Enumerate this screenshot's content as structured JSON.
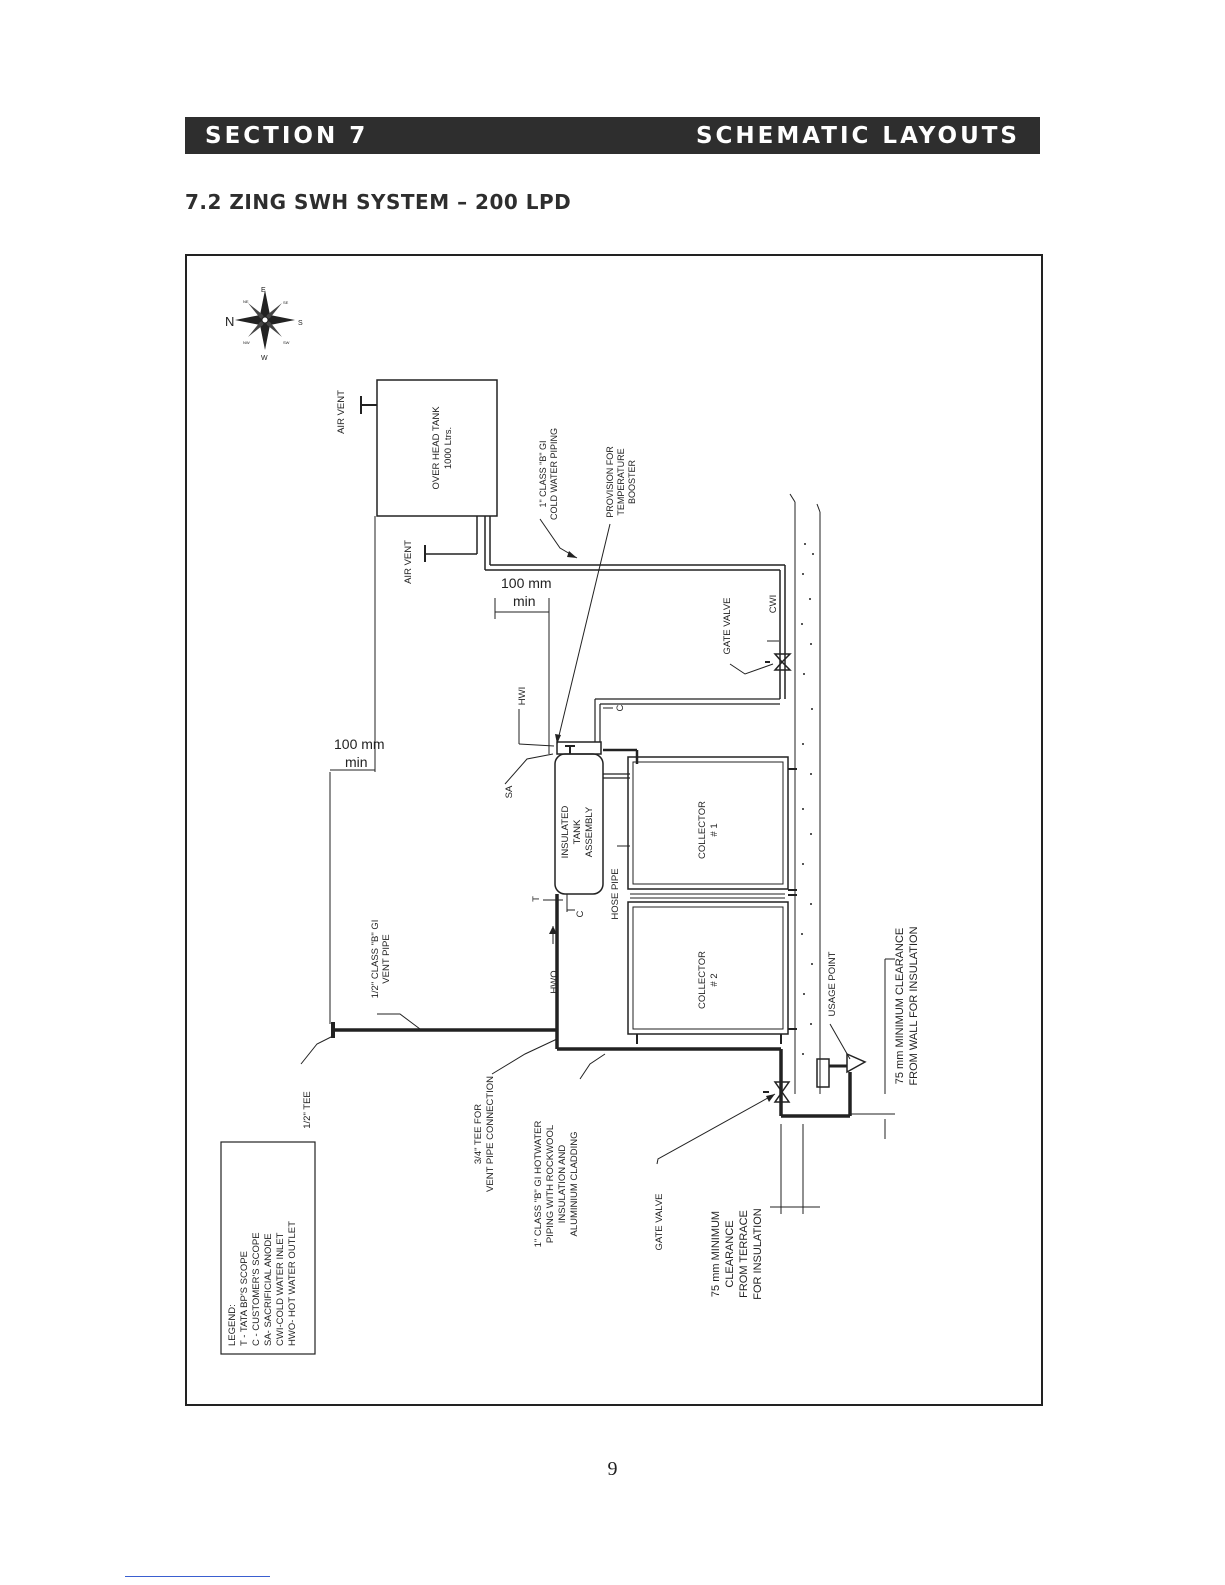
{
  "header": {
    "section": "SECTION 7",
    "title": "SCHEMATIC LAYOUTS"
  },
  "subtitle": "7.2 ZING SWH SYSTEM – 200 LPD",
  "diagram": {
    "compass": {
      "n": "N",
      "e": "E",
      "s": "S",
      "w": "W",
      "ne": "NE",
      "se": "SE",
      "sw": "SW",
      "nw": "NW"
    },
    "tank": {
      "line1": "OVER HEAD TANK",
      "line2": "1000 Ltrs."
    },
    "air_vent_1": "AIR VENT",
    "air_vent_2": "AIR VENT",
    "cold_pipe": [
      "1\" CLASS \"B\" GI",
      "COLD WATER PIPING"
    ],
    "provision": [
      "PROVISION FOR",
      "TEMPERATURE",
      "BOOSTER"
    ],
    "clearance_100_a": [
      "100 mm",
      "min"
    ],
    "clearance_100_b": [
      "100 mm",
      "min"
    ],
    "gate_valve_1": "GATE VALVE",
    "cwi": "CWI",
    "hwi": "HWI",
    "c_top": "C",
    "sa": "SA",
    "insulated_tank": [
      "INSULATED",
      "TANK",
      "ASSEMBLY"
    ],
    "collector_1": [
      "COLLECTOR",
      "# 1"
    ],
    "collector_2": [
      "COLLECTOR",
      "# 2"
    ],
    "t_bottom": "T",
    "c_bottom": "C",
    "hose_pipe": "HOSE PIPE",
    "hwo": "HWO",
    "vent_pipe": [
      "1/2\" CLASS \"B\" GI",
      "VENT PIPE"
    ],
    "usage_point": "USAGE POINT",
    "clearance_wall": [
      "75 mm MINIMUM CLEARANCE",
      "FROM WALL FOR INSULATION"
    ],
    "half_tee": "1/2\" TEE",
    "tee_vent": [
      "3/4\" TEE FOR",
      "VENT PIPE CONNECTION"
    ],
    "hot_pipe": [
      "1\" CLASS \"B\" GI HOTWATER",
      "PIPING WITH ROCKWOOL",
      "INSULATION AND",
      "ALUMINIUM CLADDING"
    ],
    "gate_valve_2": "GATE VALVE",
    "clearance_terrace": [
      "75 mm MINIMUM",
      "CLEARANCE",
      "FROM TERRACE",
      "FOR INSULATION"
    ],
    "legend": [
      "LEGEND:",
      "T - TATA BP'S SCOPE",
      "C - CUSTOMER'S SCOPE",
      "SA- SACRIFICIAL ANODE",
      "CWI-COLD WATER INLET",
      "HWO- HOT WATER OUTLET"
    ]
  },
  "page_number": "9"
}
